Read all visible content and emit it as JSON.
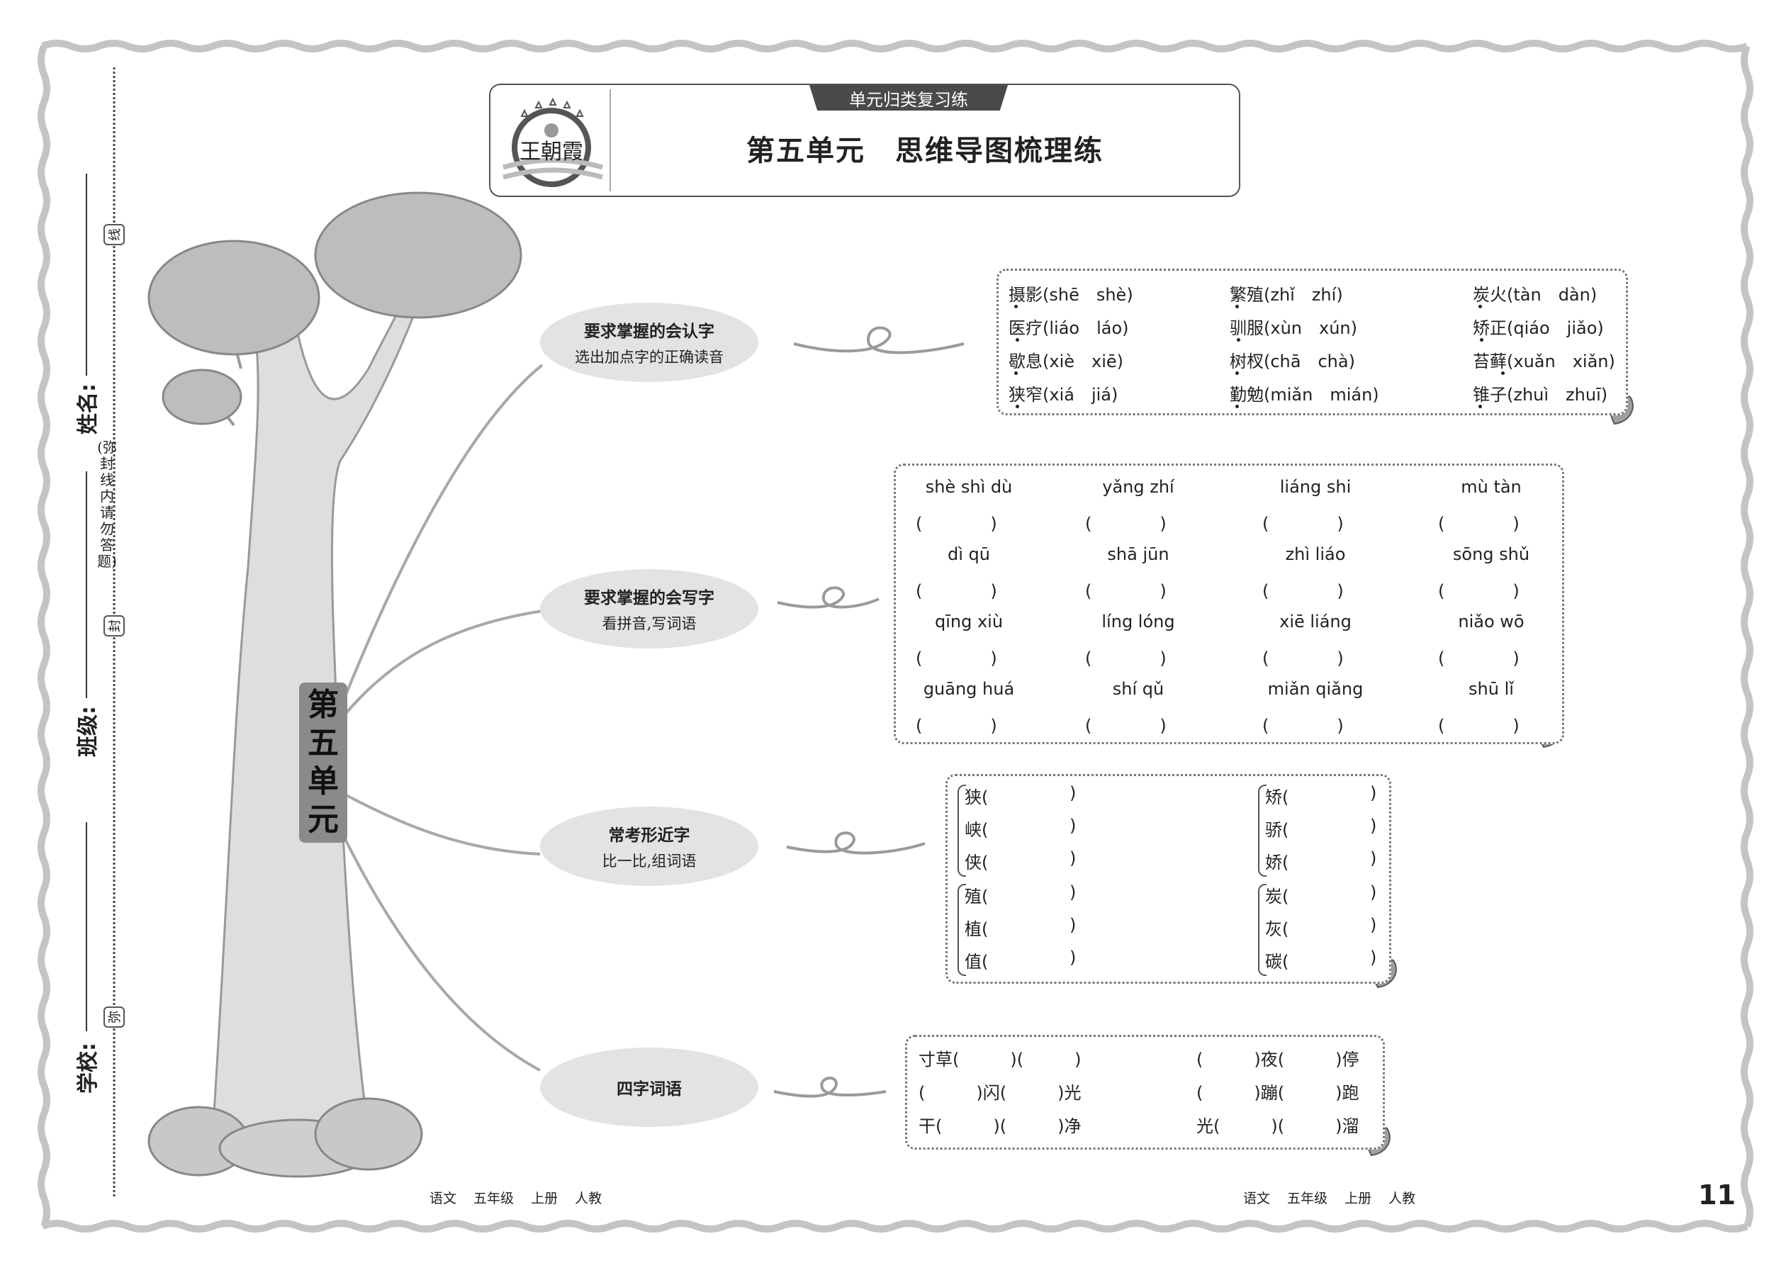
{
  "sidebar": {
    "name_label": "姓名:",
    "class_label": "班级:",
    "school_label": "学校:",
    "note": "(弥封线内请勿答题)",
    "seals": [
      "线",
      "封",
      "弥"
    ]
  },
  "header": {
    "tab": "单元归类复习练",
    "title": "第五单元　思维导图梳理练",
    "logo_text": "王朝霞"
  },
  "trunk_label": "第五单元",
  "nodes": [
    {
      "title": "要求掌握的会认字",
      "subtitle": "选出加点字的正确读音"
    },
    {
      "title": "要求掌握的会写字",
      "subtitle": "看拼音,写词语"
    },
    {
      "title": "常考形近字",
      "subtitle": "比一比,组词语"
    },
    {
      "title": "四字词语",
      "subtitle": ""
    }
  ],
  "reading": [
    [
      "摄影(shē　shè)",
      "繁殖(zhǐ　zhí)",
      "炭火(tàn　dàn)"
    ],
    [
      "医疗(liáo　láo)",
      "驯服(xùn　xún)",
      "矫正(qiáo　jiǎo)"
    ],
    [
      "歇息(xiè　xiē)",
      "树杈(chā　chà)",
      "苔藓(xuǎn　xiǎn)"
    ],
    [
      "狭窄(xiá　jiá)",
      "勤勉(miǎn　mián)",
      "锥子(zhuì　zhuī)"
    ]
  ],
  "writing": [
    [
      "shè shì dù",
      "yǎng zhí",
      "liáng shi",
      "mù tàn"
    ],
    [
      "dì qū",
      "shā jūn",
      "zhì liáo",
      "sōng shǔ"
    ],
    [
      "qīng xiù",
      "líng lóng",
      "xiē liáng",
      "niǎo wō"
    ],
    [
      "guāng huá",
      "shí qǔ",
      "miǎn qiǎng",
      "shū lǐ"
    ]
  ],
  "blank": "(　　　　)",
  "similar": {
    "left": [
      [
        "狭(",
        "峡(",
        "侠("
      ],
      [
        "殖(",
        "植(",
        "值("
      ]
    ],
    "right": [
      [
        "矫(",
        "骄(",
        "娇("
      ],
      [
        "炭(",
        "灰(",
        "碳("
      ]
    ],
    "close": ")"
  },
  "idioms": {
    "left": [
      "寸草(　　　)(　　　)",
      "(　　　)闪(　　　)光",
      "干(　　　)(　　　)净"
    ],
    "right": [
      "(　　　)夜(　　　)停",
      "(　　　)蹦(　　　)跑",
      "光(　　　)(　　　)溜"
    ]
  },
  "footer": {
    "left": "语文 五年级 上册 人教",
    "right": "语文 五年级 上册 人教",
    "page": "11"
  },
  "colors": {
    "frame": "#bdbdbd",
    "tab": "#4a4a4a",
    "node": "#e3e3e3",
    "tree": "#b8b8b8"
  }
}
